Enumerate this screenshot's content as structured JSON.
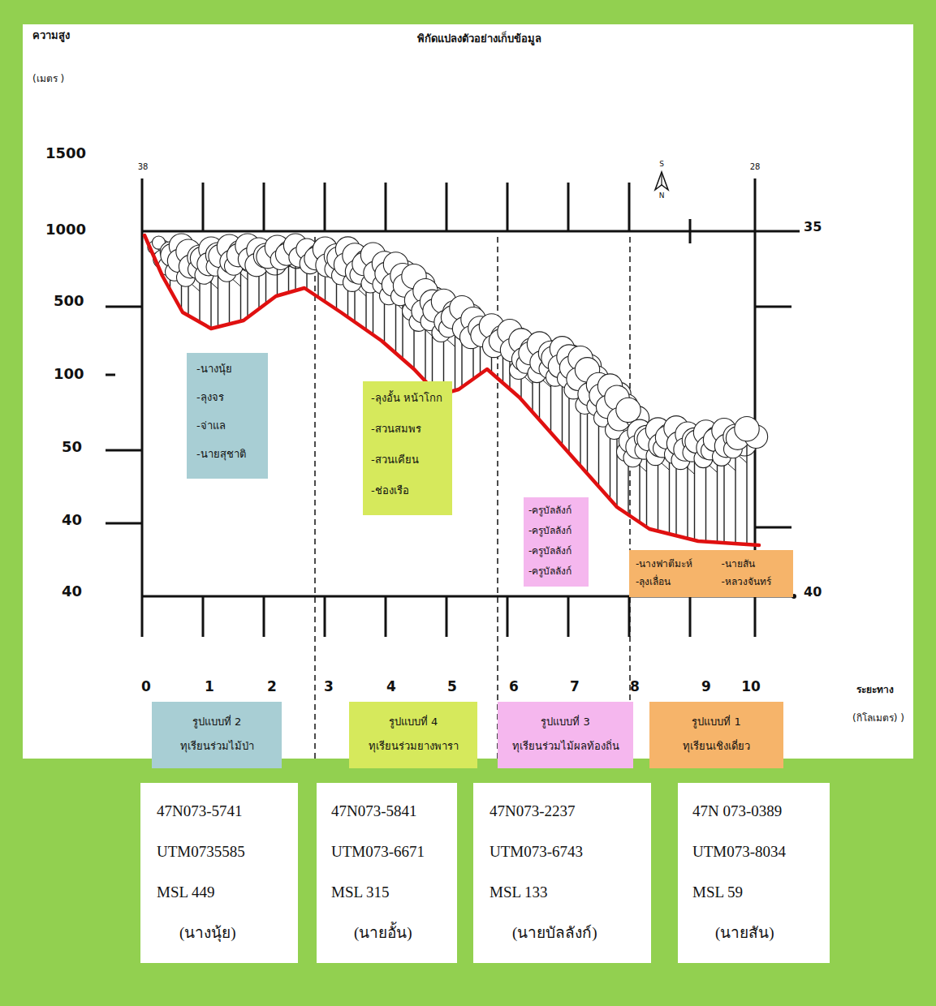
{
  "diagram": {
    "title": "พิกัดแปลงตัวอย่างเก็บข้อมูล",
    "nodes": [
      {
        "text": [
          "-นางนุ้ย",
          "-ลุงจร",
          "-จ่าแล",
          "-นายสุชาติ"
        ]
      },
      {
        "text": [
          "-ลุงอั้น หน้าโกก",
          "-สวนสมพร",
          "-สวนเคียน",
          "-ช่องเรือ"
        ]
      },
      {
        "text": [
          "-ครูบัลลังก์",
          "-ครูบัลลังก์",
          "-ครูบัลลังก์",
          "-ครูบัลลังก์"
        ]
      },
      {
        "text": [
          "-นางฟาตีมะห์",
          "-นายสัน",
          "-ลุงเลื่อน",
          "-หลวงจันทร์"
        ]
      },
      {
        "text": [
          "รูปแบบที่ 2",
          "ทุเรียนร่วมไม้ป่า"
        ]
      },
      {
        "text": [
          "รูปแบบที่ 4",
          "ทุเรียนร่วมยางพารา"
        ]
      },
      {
        "text": [
          "รูปแบบที่ 3",
          "ทุเรียนร่วมไม้ผลท้องถิ่น"
        ]
      },
      {
        "text": [
          "รูปแบบที่ 1",
          "ทุเรียนเชิงเดี่ยว"
        ]
      },
      {
        "text": [
          "47N073-5741",
          "UTM0735585",
          "MSL 449",
          "(นางนุ้ย)"
        ]
      },
      {
        "text": [
          "47N073-5841",
          "UTM073-6671",
          "MSL 315",
          "(นายอั้น)"
        ]
      },
      {
        "text": [
          "47N073-2237",
          "UTM073-6743",
          "MSL 133",
          "(นายบัลลังก์)"
        ]
      },
      {
        "text": [
          "47N 073-0389",
          "UTM073-8034",
          "MSL 59",
          "(นายสัน)"
        ]
      }
    ],
    "labels": [
      "ความสูง",
      "(เมตร )",
      "1500",
      "1000",
      "500",
      "100",
      "50",
      "40",
      "40",
      "38",
      "28",
      "35",
      "40",
      "S",
      "N",
      "0",
      "1",
      "2",
      "3",
      "4",
      "5",
      "6",
      "7",
      "8",
      "9",
      "10",
      "ระยะทาง",
      "(กิโลเมตร) )"
    ]
  }
}
